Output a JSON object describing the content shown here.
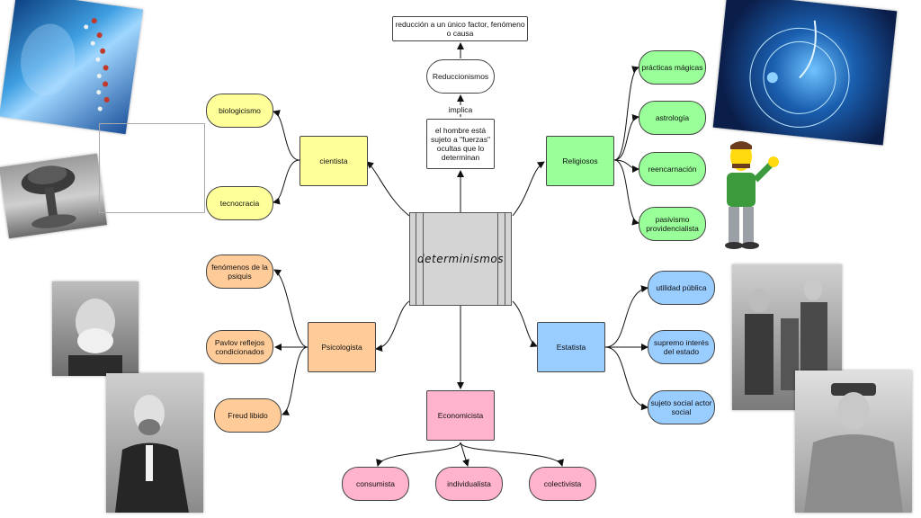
{
  "center": {
    "label": "determinismos"
  },
  "top": {
    "definition": "reducción a un único factor, fenómeno o causa",
    "title": "Reduccionismos",
    "link_label": "implica",
    "note": "el hombre está sujeto a \"fuerzas\" ocultas que lo determinan"
  },
  "branches": {
    "cientista": {
      "label": "cientista",
      "items": [
        "biologicismo",
        "tecnocracia"
      ]
    },
    "religiosos": {
      "label": "Religiosos",
      "items": [
        "prácticas mágicas",
        "astrología",
        "reencarnación",
        "pasivismo providencialista"
      ]
    },
    "psicologista": {
      "label": "Psicologista",
      "items": [
        "fenómenos de la psiquis",
        "Pavlov reflejos condicionados",
        "Freud libido"
      ]
    },
    "estatista": {
      "label": "Estatista",
      "items": [
        "utilidad pública",
        "supremo interés del estado",
        "sujeto social actor social"
      ]
    },
    "economicista": {
      "label": "Economicista",
      "items": [
        "consumista",
        "individualista",
        "colectivista"
      ]
    }
  },
  "images": {
    "dna_face": "dna-face-photo",
    "nuclear": "mushroom-cloud-photo",
    "pavlov": "pavlov-portrait",
    "freud": "freud-portrait",
    "cosmic": "astrology-galaxy-image",
    "flanders": "cartoon-character",
    "dictators": "dictators-photo",
    "stalin": "stalin-portrait"
  },
  "colors": {
    "cientista": "#ffff99",
    "religiosos": "#99ff99",
    "psicologista": "#ffcc99",
    "estatista": "#99ccff",
    "economicista": "#ffb3cc",
    "center": "#d4d4d4"
  }
}
